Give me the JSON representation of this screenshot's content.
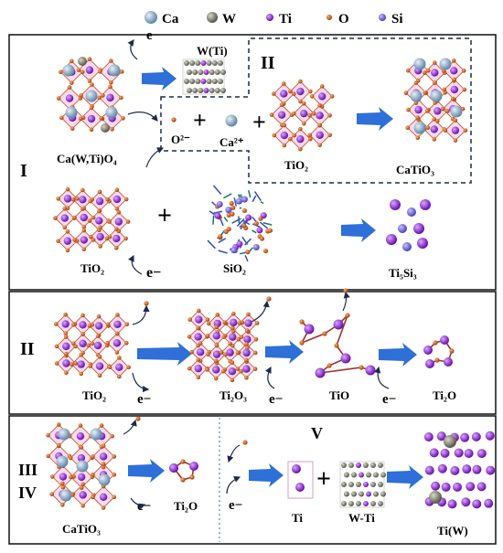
{
  "legend": {
    "items": [
      {
        "label": "Ca",
        "color": "#9fb9cf"
      },
      {
        "label": "W",
        "color": "#8a8a7a"
      },
      {
        "label": "Ti",
        "color": "#8a2be2"
      },
      {
        "label": "O",
        "color": "#d2691e"
      },
      {
        "label": "Si",
        "color": "#7b68ee"
      }
    ]
  },
  "panel1": {
    "roman": "I",
    "inner_roman": "II",
    "electron": "e−",
    "plus": "+",
    "labels": {
      "ca_wti_o4": "Ca(W,Ti)O₄",
      "w_ti": "W(Ti)",
      "o2": "O²⁻",
      "ca2": "Ca²⁺",
      "tio2_box": "TiO₂",
      "catio3": "CaTiO₃",
      "tio2": "TiO₂",
      "sio2": "SiO₂",
      "ti5si3": "Ti₅Si₃"
    }
  },
  "panel2": {
    "roman": "II",
    "electron": "e−",
    "labels": {
      "tio2": "TiO₂",
      "ti2o3": "Ti₂O₃",
      "tio": "TiO",
      "ti2o": "Ti₂O"
    }
  },
  "panel3": {
    "roman_a": "III",
    "roman_b": "IV",
    "roman_v": "V",
    "electron": "e−",
    "plus": "+",
    "labels": {
      "catio3": "CaTiO₃",
      "ti2o": "Ti₂O",
      "ti": "Ti",
      "w_ti": "W-Ti",
      "ti_w": "Ti(W)"
    }
  }
}
